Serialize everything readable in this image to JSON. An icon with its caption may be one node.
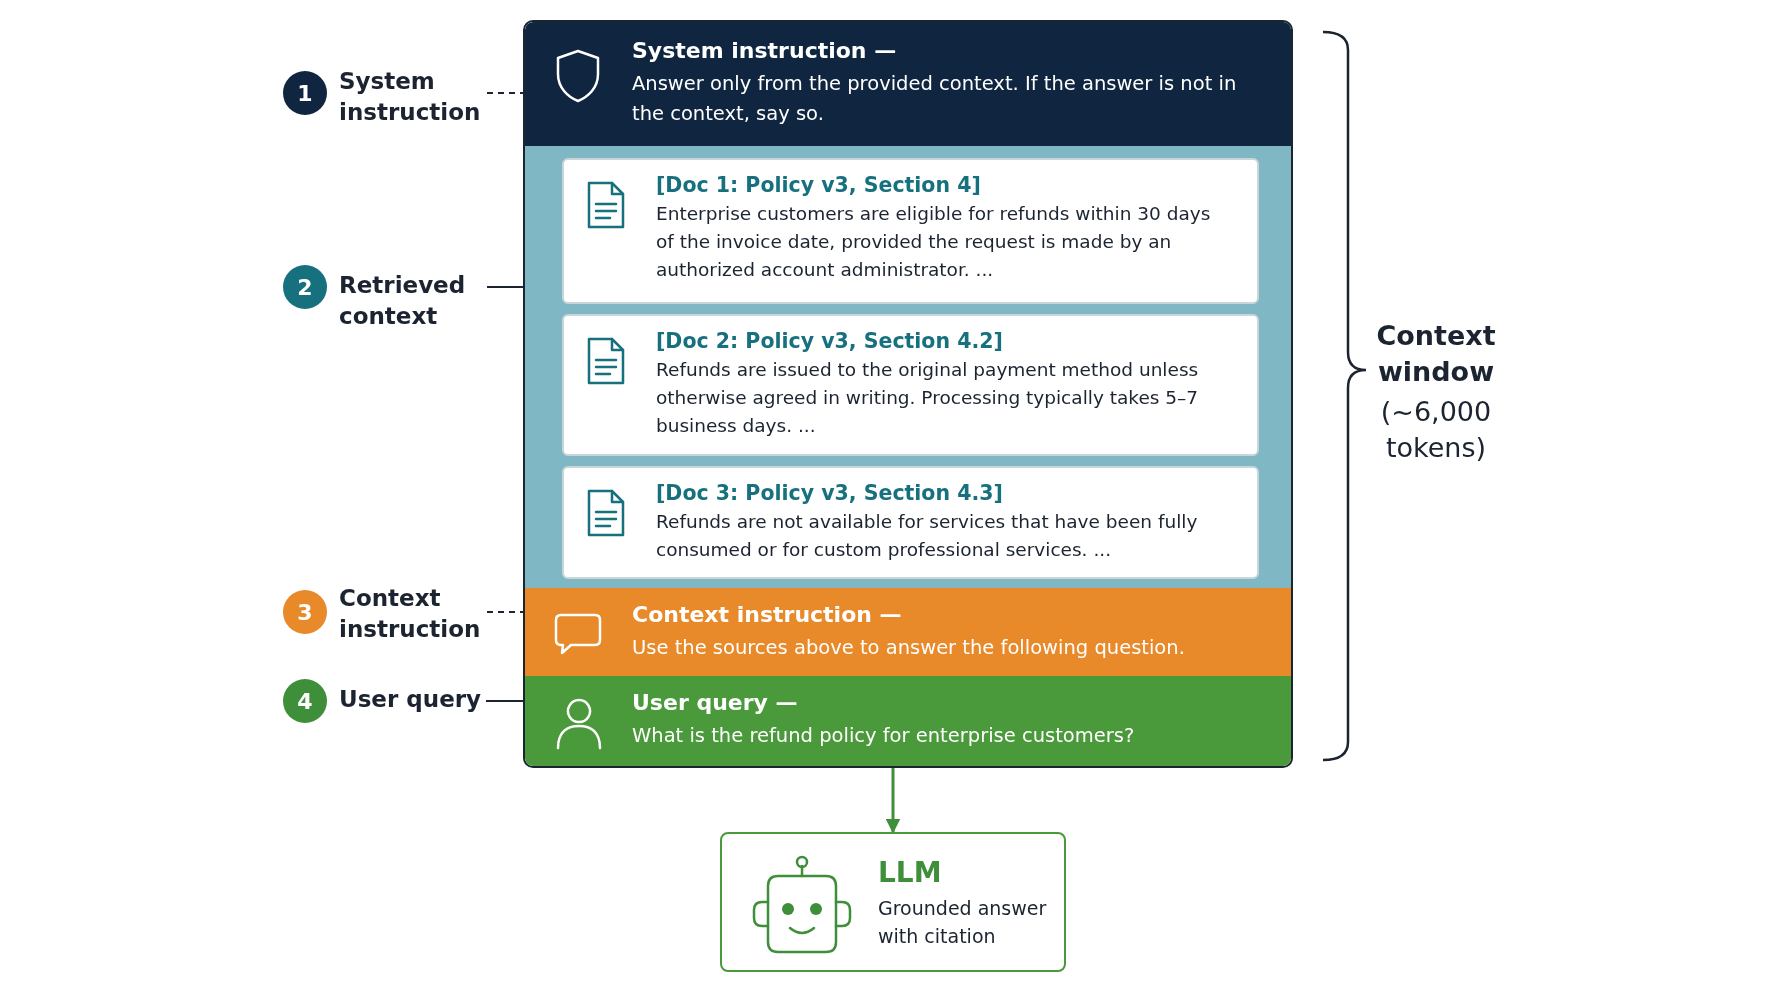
{
  "diagram": {
    "nodes": [
      {
        "text": [
          "1",
          "System instruction"
        ]
      },
      {
        "text": [
          "2",
          "Retrieved context"
        ]
      },
      {
        "text": [
          "3",
          "Context instruction"
        ]
      },
      {
        "text": [
          "4",
          "User query"
        ]
      },
      {
        "text": [],
        "shape": "box"
      },
      {
        "text": [
          "System instruction —",
          "Answer only from the provided context. If the answer is not in the context, say so."
        ],
        "in": 4
      },
      {
        "text": [],
        "shape": "box",
        "in": 4
      },
      {
        "text": [
          "[Doc 1: Policy v3, Section 4]",
          "Enterprise customers are eligible for refunds within 30 days of the invoice date, provided the request is made by an authorized account administrator. ..."
        ],
        "in": 6
      },
      {
        "text": [
          "[Doc 2: Policy v3, Section 4.2]",
          "Refunds are issued to the original payment method unless otherwise agreed in writing. Processing typically takes 5–7 business days. ..."
        ],
        "in": 6
      },
      {
        "text": [
          "[Doc 3: Policy v3, Section 4.3]",
          "Refunds are not available for services that have been fully consumed or for custom professional services. ..."
        ],
        "in": 6
      },
      {
        "text": [
          "Context instruction —",
          "Use the sources above to answer the following question."
        ],
        "in": 4
      },
      {
        "text": [
          "User query —",
          "What is the refund policy for enterprise customers?"
        ],
        "in": 4
      },
      {
        "text": [
          "LLM",
          "Grounded answer with citation"
        ]
      }
    ],
    "edges": [
      {
        "from": 0,
        "to": 5,
        "arrow": "none",
        "style": "dashed"
      },
      {
        "from": 1,
        "to": 6,
        "arrow": "none"
      },
      {
        "from": 2,
        "to": 10,
        "arrow": "none",
        "style": "dashed"
      },
      {
        "from": 3,
        "to": 11,
        "arrow": "none"
      },
      {
        "from": 4,
        "to": 12,
        "arrow": "to",
        "color": "#3e8e3a"
      }
    ],
    "labels": [
      "Context window",
      "(~6,000 tokens)"
    ]
  }
}
